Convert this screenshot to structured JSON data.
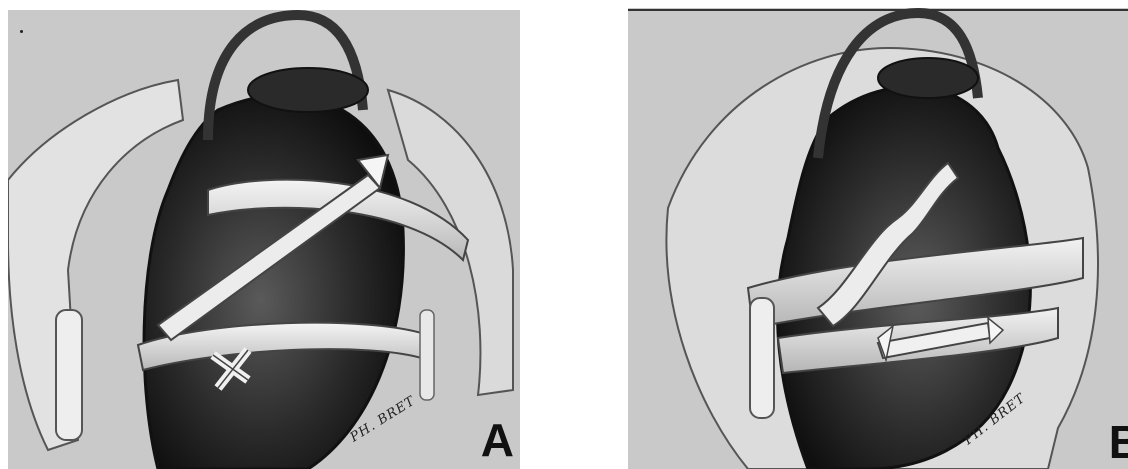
{
  "panels": [
    {
      "label": "A",
      "signature": "PH. BRET"
    },
    {
      "label": "B",
      "signature": "PH. BRET"
    }
  ]
}
